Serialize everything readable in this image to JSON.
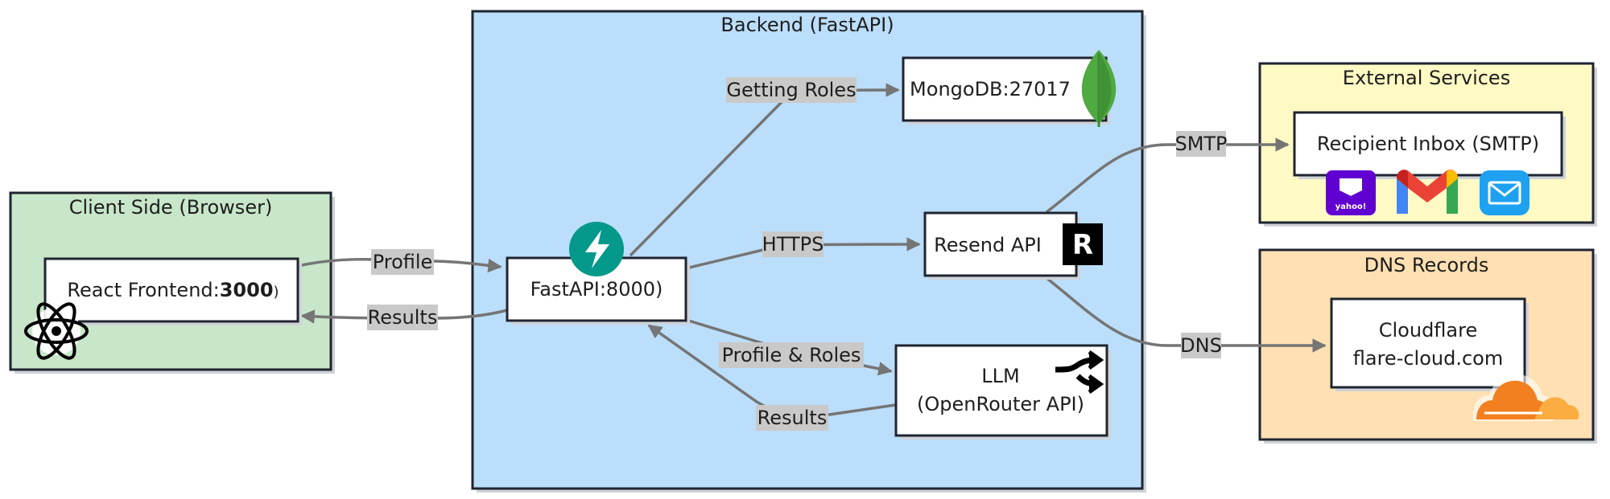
{
  "groups": {
    "client": {
      "title": "Client Side (Browser)",
      "fill": "#c8e6c9"
    },
    "backend": {
      "title": "Backend (FastAPI)",
      "fill": "#bbdefb"
    },
    "external": {
      "title": "External Services",
      "fill": "#fff9c4"
    },
    "dns": {
      "title": "DNS Records",
      "fill": "#ffe0b2"
    }
  },
  "nodes": {
    "react": {
      "label": "React Frontend:",
      "port": "3000",
      "suffix": ")"
    },
    "fastapi": {
      "label": "FastAPI:8000)"
    },
    "mongodb": {
      "label": "MongoDB:27017"
    },
    "resend": {
      "label": "Resend API",
      "logo_letter": "R"
    },
    "llm": {
      "line1": "LLM",
      "line2": "(OpenRouter API)"
    },
    "inbox": {
      "label": "Recipient Inbox (SMTP)",
      "yahoo_text": "yahoo!"
    },
    "cloudflare": {
      "line1": "Cloudflare",
      "line2": "flare-cloud.com"
    }
  },
  "edges": {
    "profile": "Profile",
    "results_client": "Results",
    "getting_roles": "Getting Roles",
    "https": "HTTPS",
    "profile_roles": "Profile & Roles",
    "results_llm": "Results",
    "smtp": "SMTP",
    "dns": "DNS"
  },
  "colors": {
    "edge": "#757575",
    "label_bg": "#c9c9c9",
    "fastapi_teal": "#05998b",
    "mongo_green": "#4faa41",
    "cloudflare_orange": "#f38020",
    "gmail_red": "#ea4335",
    "yahoo_purple": "#6001d2",
    "mail_blue": "#1ea1f1"
  },
  "icons": [
    "react-icon",
    "fastapi-icon",
    "mongodb-leaf-icon",
    "resend-icon",
    "openrouter-icon",
    "yahoo-mail-icon",
    "gmail-icon",
    "mail-icon",
    "cloudflare-icon"
  ]
}
